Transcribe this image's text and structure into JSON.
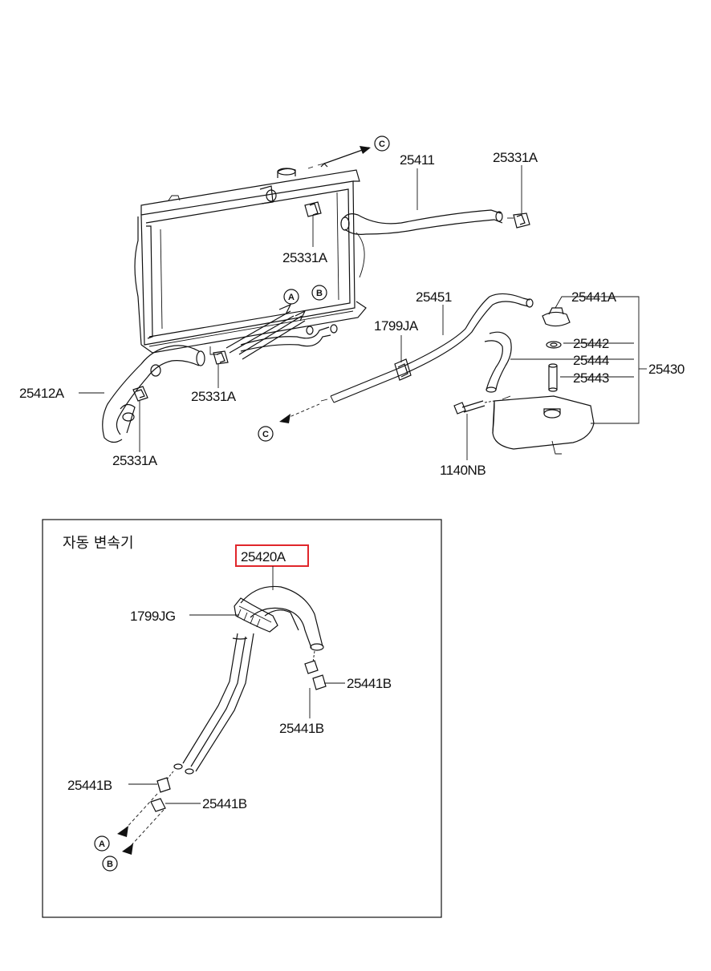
{
  "labels": {
    "p25411": "25411",
    "p25331a_top_right": "25331A",
    "p25331a_top": "25331A",
    "p25451": "25451",
    "p25441a": "25441A",
    "p1799ja": "1799JA",
    "p25442": "25442",
    "p25444": "25444",
    "p25430": "25430",
    "p25443": "25443",
    "p25412a": "25412A",
    "p25331a_mid": "25331A",
    "p25331a_bottom": "25331A",
    "p1140nb": "1140NB",
    "p25420a": "25420A",
    "p1799jg": "1799JG",
    "p25441b_right": "25441B",
    "p25441b_below": "25441B",
    "p25441b_left": "25441B",
    "p25441b_lower": "25441B"
  },
  "inset": {
    "title": "자동 변속기"
  },
  "callouts": {
    "a": "A",
    "b": "B",
    "c": "C"
  },
  "colors": {
    "line": "#111111",
    "highlight": "#e0262b",
    "background": "#ffffff"
  }
}
